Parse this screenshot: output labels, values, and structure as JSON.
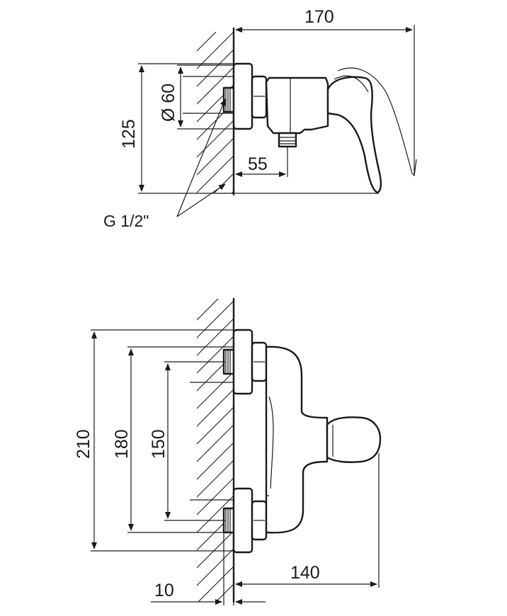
{
  "top_view": {
    "width_dim": "170",
    "height_dim": "125",
    "diameter_dim": "Ø 60",
    "outlet_dim": "55",
    "thread_label": "G 1/2\""
  },
  "front_view": {
    "height_outer_dim": "210",
    "height_mid_dim": "180",
    "height_inner_dim": "150",
    "wall_offset_dim": "10",
    "depth_dim": "140"
  }
}
